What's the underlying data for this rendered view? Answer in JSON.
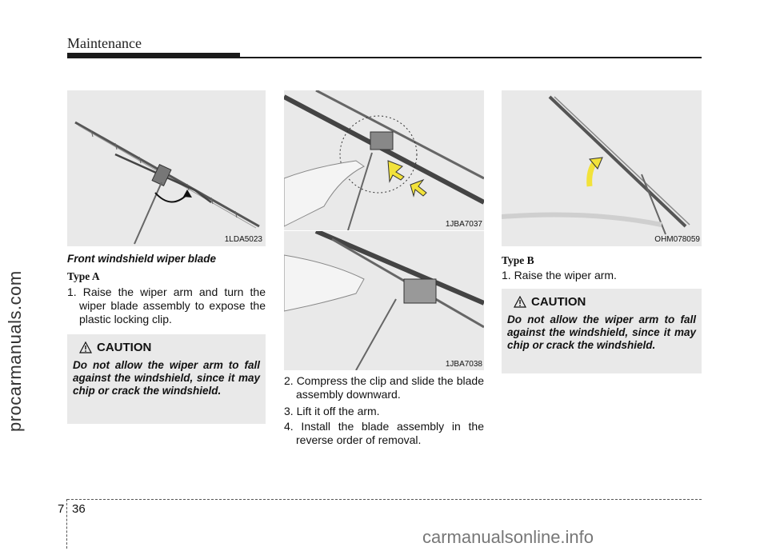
{
  "header": {
    "section": "Maintenance"
  },
  "watermarks": {
    "left": "procarmanuals.com",
    "bottom": "carmanualsonline.info"
  },
  "column1": {
    "figure_code": "1LDA5023",
    "subtitle": "Front windshield wiper blade",
    "type_label": "Type A",
    "step1": "1. Raise the wiper arm and turn the wiper blade assembly to expose the plastic locking clip.",
    "caution": {
      "title": "CAUTION",
      "text": "Do not allow the wiper arm to fall against the windshield, since it may chip or crack the windshield."
    }
  },
  "column2": {
    "figure_code_top": "1JBA7037",
    "figure_code_bottom": "1JBA7038",
    "steps": [
      "2. Compress the clip and slide the blade assembly downward.",
      "3. Lift it off the arm.",
      "4. Install the blade assembly in the reverse order of removal."
    ]
  },
  "column3": {
    "figure_code": "OHM078059",
    "type_label": "Type B",
    "step1": "1. Raise the wiper arm.",
    "caution": {
      "title": "CAUTION",
      "text": "Do not allow the wiper arm to fall against the windshield, since it may chip or crack the windshield."
    }
  },
  "footer": {
    "chapter": "7",
    "page": "36"
  },
  "colors": {
    "arrow_yellow": "#f2e23a",
    "panel_gray": "#e9e9e9"
  },
  "icons": [
    "warning-triangle-icon",
    "rotate-arrow-icon",
    "yellow-arrow-icon"
  ]
}
